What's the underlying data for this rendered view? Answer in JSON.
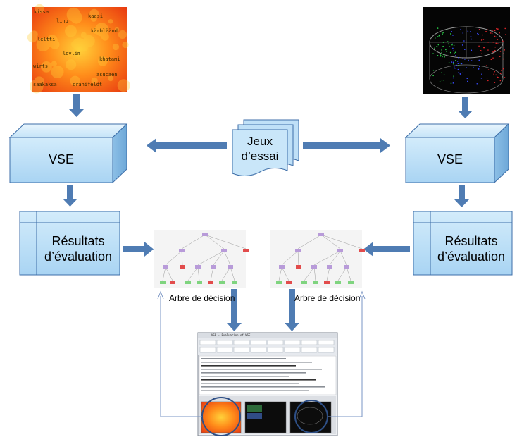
{
  "left_image": {
    "words": [
      "kissa",
      "kaasi",
      "lihu",
      "kärbläänd",
      "leltti",
      "lovlim",
      "khatami",
      "wirts",
      "asucaen",
      "saakaksa",
      "cranifeldt"
    ]
  },
  "vse_left": {
    "label": "VSE"
  },
  "vse_right": {
    "label": "VSE"
  },
  "jeux": {
    "line1": "Jeux",
    "line2": "d’essai"
  },
  "results_left": {
    "line1": "Résultats",
    "line2": "d’évaluation"
  },
  "results_right": {
    "line1": "Résultats",
    "line2": "d’évaluation"
  },
  "tree_left": {
    "caption": "Arbre de décision"
  },
  "tree_right": {
    "caption": "Arbre de décision"
  },
  "app_window": {
    "title": "VSE - Evaluation of VSE"
  },
  "colors": {
    "box_fill": "#bfe0f7",
    "box_dark": "#8fc3e8",
    "box_stroke": "#3d6ea8",
    "arrow": "#4f7cb3",
    "feedback_line": "#7a95c4",
    "tree_node_purple": "#b89bd9",
    "tree_node_red": "#e24c4c",
    "tree_node_green": "#7fd47f",
    "highlight_circle": "#2e4f86"
  }
}
